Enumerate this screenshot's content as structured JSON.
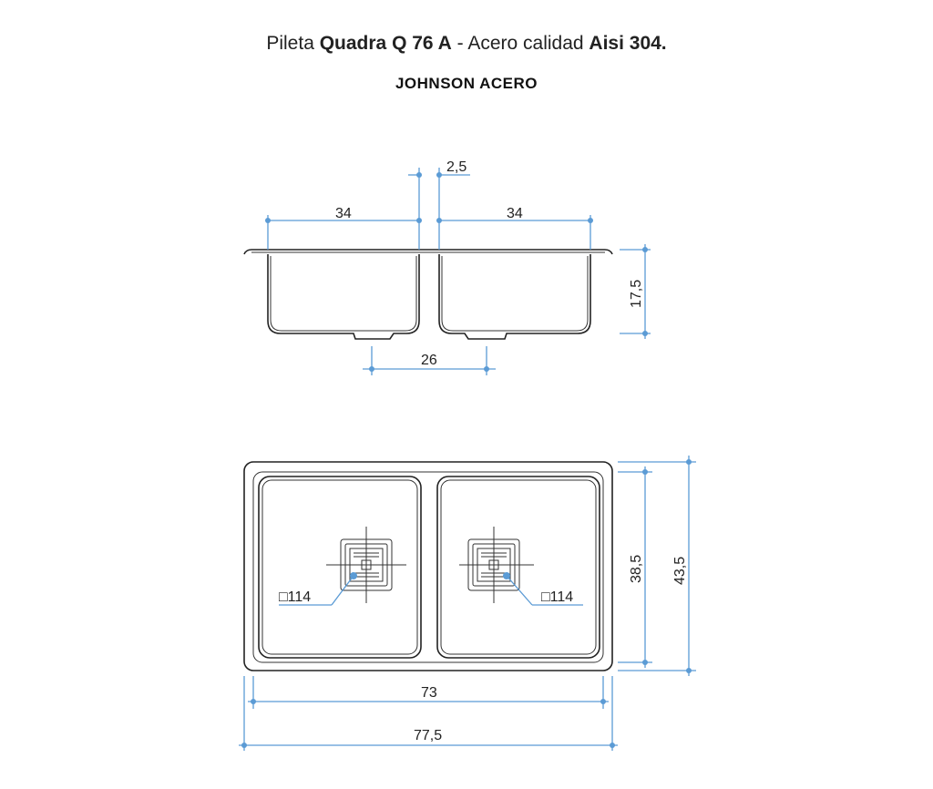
{
  "header": {
    "title_prefix": "Pileta ",
    "title_model": "Quadra Q 76 A",
    "title_middle": " - Acero calidad ",
    "title_material": "Aisi 304.",
    "brand": "JOHNSON ACERO"
  },
  "dimensions": {
    "gap": "2,5",
    "bowl_width_left": "34",
    "bowl_width_right": "34",
    "depth": "17,5",
    "drain_spacing": "26",
    "inner_height": "38,5",
    "outer_height": "43,5",
    "inner_width": "73",
    "outer_width": "77,5",
    "drain_left": "□114",
    "drain_right": "□114"
  },
  "colors": {
    "dimension": "#5b9bd5",
    "outline": "#222222"
  }
}
